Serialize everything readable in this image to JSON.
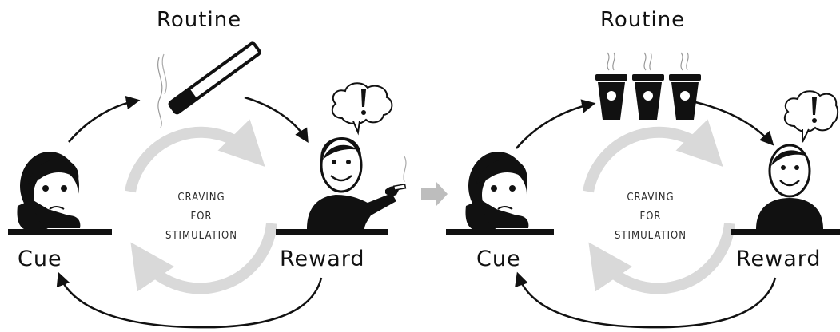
{
  "panels": [
    {
      "routine_label": "Routine",
      "cue_label": "Cue",
      "reward_label": "Reward",
      "center_text": [
        "CRAVING",
        "FOR",
        "STIMULATION"
      ],
      "routine_item": "cigarette"
    },
    {
      "routine_label": "Routine",
      "cue_label": "Cue",
      "reward_label": "Reward",
      "center_text": [
        "CRAVING",
        "FOR",
        "STIMULATION"
      ],
      "routine_item": "coffee-cups"
    }
  ],
  "colors": {
    "ink": "#111111",
    "cycle_ring": "#d9d9d9",
    "transition_arrow": "#bdbdbd"
  }
}
